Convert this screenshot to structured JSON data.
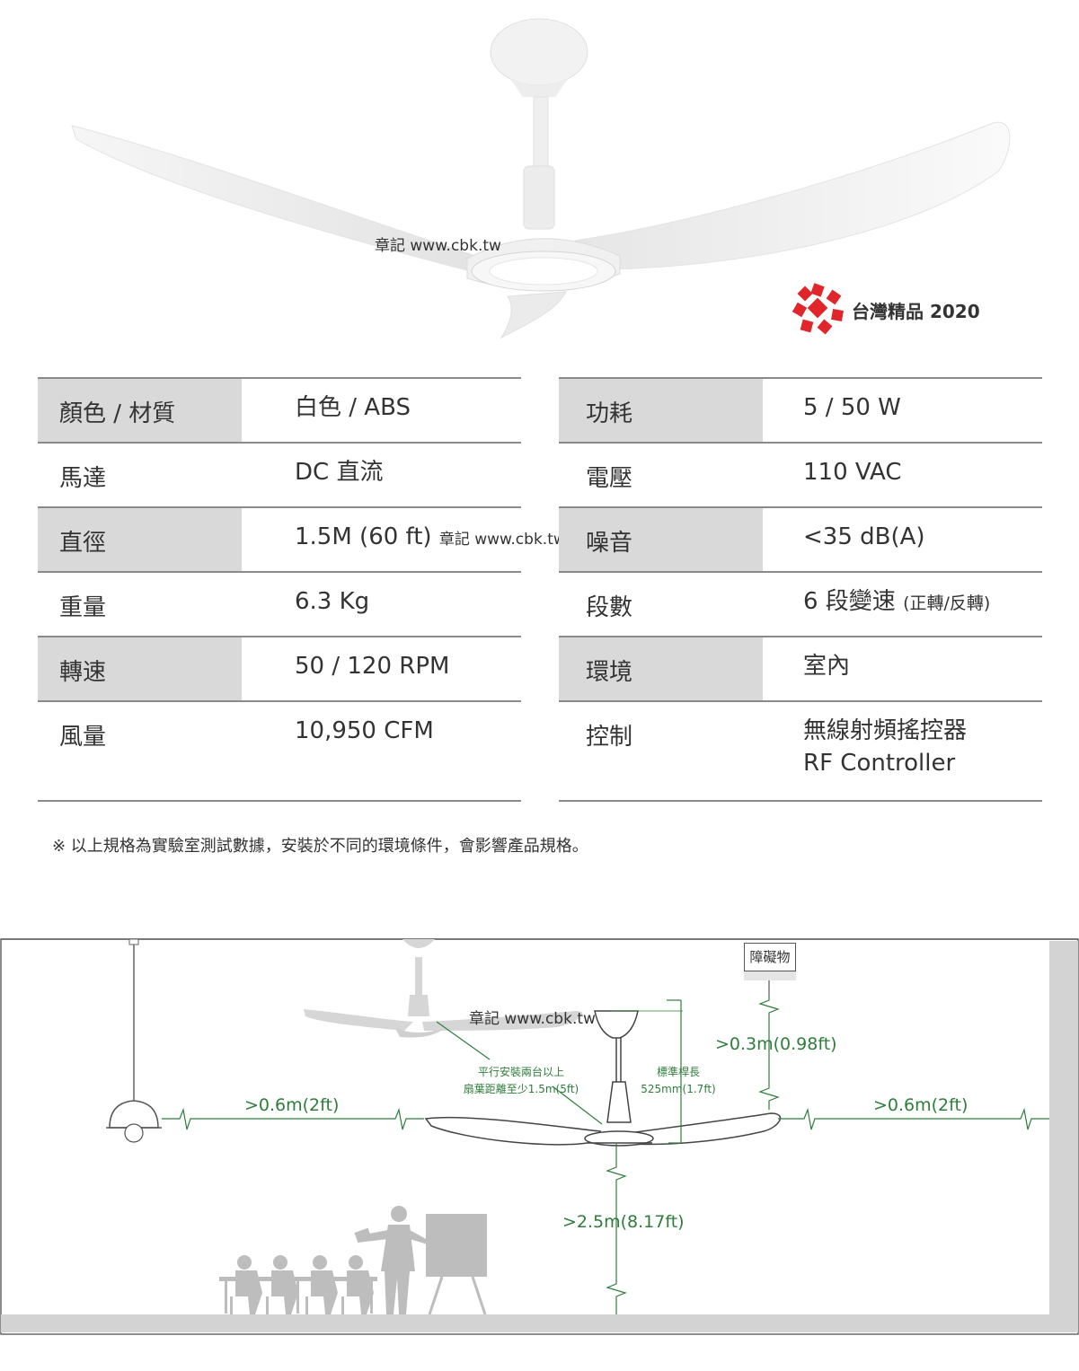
{
  "watermarks": {
    "top": "章記 www.cbk.tw",
    "table": "章記 www.cbk.tw",
    "diagram": "章記 www.cbk.tw"
  },
  "award": {
    "text": "台灣精品 2020",
    "color": "#e0262b"
  },
  "specs_left": [
    {
      "label": "顏色 / 材質",
      "value": "白色 / ABS"
    },
    {
      "label": "馬達",
      "value": "DC 直流"
    },
    {
      "label": "直徑",
      "value": "1.5M (60 ft)"
    },
    {
      "label": "重量",
      "value": "6.3 Kg"
    },
    {
      "label": "轉速",
      "value": "50 / 120 RPM"
    },
    {
      "label": "風量",
      "value": "10,950 CFM"
    }
  ],
  "specs_right": [
    {
      "label": "功耗",
      "value": "5 / 50 W"
    },
    {
      "label": "電壓",
      "value": "110 VAC"
    },
    {
      "label": "噪音",
      "value": "<35 dB(A)"
    },
    {
      "label": "段數",
      "value": "6 段變速",
      "note": "(正轉/反轉)"
    },
    {
      "label": "環境",
      "value": "室內"
    },
    {
      "label": "控制",
      "value": "無線射頻搖控器",
      "value2": "RF Controller"
    }
  ],
  "note": "※ 以上規格為實驗室測試數據，安裝於不同的環境條件，會影響產品規格。",
  "diagram": {
    "accent_color": "#2f7d3c",
    "obstacle": "障礙物",
    "clearance_top": ">0.3m(0.98ft)",
    "clearance_left": ">0.6m(2ft)",
    "clearance_right": ">0.6m(2ft)",
    "clearance_floor": ">2.5m(8.17ft)",
    "parallel_line1": "平行安裝兩台以上",
    "parallel_line2": "扇葉距離至少1.5m(5ft)",
    "rod_line1": "標準桿長",
    "rod_line2": "525mm(1.7ft)"
  }
}
